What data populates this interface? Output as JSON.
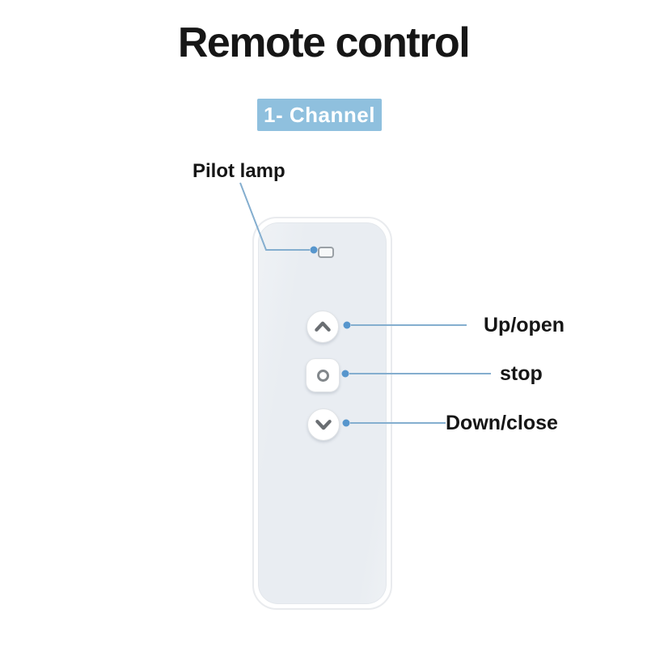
{
  "page": {
    "title": "Remote control",
    "badge": "1- Channel"
  },
  "annotations": {
    "pilot_lamp": "Pilot lamp",
    "up_open": "Up/open",
    "stop": "stop",
    "down_close": "Down/close"
  },
  "remote": {
    "indicator": "pilot-lamp-led",
    "buttons": [
      {
        "id": "up",
        "icon": "chevron-up-icon",
        "action": "Up/open"
      },
      {
        "id": "stop",
        "icon": "stop-ring-icon",
        "action": "stop"
      },
      {
        "id": "down",
        "icon": "chevron-down-icon",
        "action": "Down/close"
      }
    ]
  },
  "colors": {
    "badge_bg": "#8fc0de",
    "badge_text": "#ffffff",
    "leader_line": "#84aecf",
    "leader_dot": "#5796cd",
    "remote_body": "#e9edf2",
    "remote_shell": "#ffffff",
    "button_glyph": "#6a6e72",
    "text": "#161616"
  }
}
